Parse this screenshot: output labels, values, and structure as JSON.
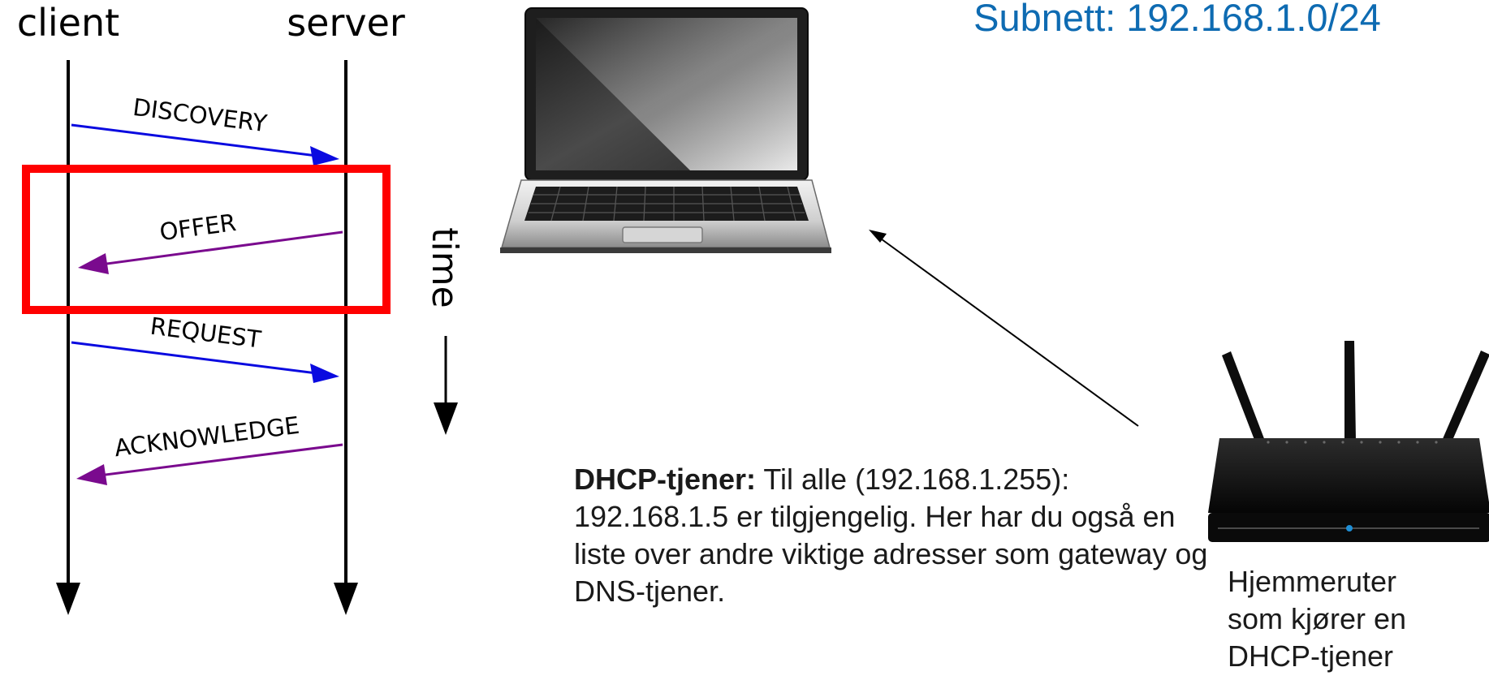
{
  "sequence": {
    "client_label": "client",
    "server_label": "server",
    "time_label": "time",
    "messages": [
      {
        "label": "DISCOVERY",
        "direction": "client-to-server",
        "color": "#0a0ae0"
      },
      {
        "label": "OFFER",
        "direction": "server-to-client",
        "color": "#7a0a8e"
      },
      {
        "label": "REQUEST",
        "direction": "client-to-server",
        "color": "#0a0ae0"
      },
      {
        "label": "ACKNOWLEDGE",
        "direction": "server-to-client",
        "color": "#7a0a8e"
      }
    ],
    "highlight_color": "#ff0000",
    "highlighted_message": "OFFER"
  },
  "subnet_label": "Subnett: 192.168.1.0/24",
  "dhcp_message": {
    "sender": "DHCP-tjener:",
    "text": "Til alle (192.168.1.255): 192.168.1.5 er tilgjengelig. Her har du også en liste over andre viktige adresser som gateway og DNS-tjener."
  },
  "router_caption": [
    "Hjemmeruter",
    "som kjører en",
    "DHCP-tjener"
  ],
  "icons": {
    "laptop": "laptop-icon",
    "router": "router-icon"
  }
}
